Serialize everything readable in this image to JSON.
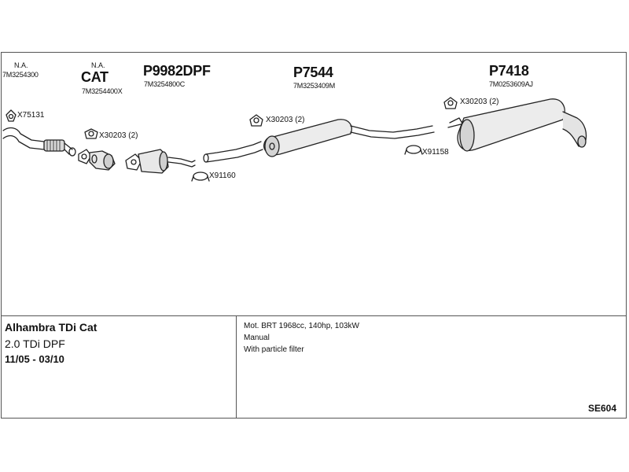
{
  "parts": {
    "front_pipe": {
      "na": "N.A.",
      "code": "7M3254300"
    },
    "cat": {
      "na": "N.A.",
      "name": "CAT",
      "code": "7M3254400X"
    },
    "dpf": {
      "name": "P9982DPF",
      "code": "7M3254800C"
    },
    "middle": {
      "name": "P7544",
      "code": "7M3253409M"
    },
    "rear": {
      "name": "P7418",
      "code": "7M0253609AJ"
    }
  },
  "fittings": {
    "x75131": "X75131",
    "x30203_a": "X30203 (2)",
    "x91160": "X91160",
    "x30203_b": "X30203 (2)",
    "x91158": "X91158",
    "x30203_c": "X30203 (2)"
  },
  "vehicle": {
    "model": "Alhambra TDi Cat",
    "engine": "2.0 TDi DPF",
    "years": "11/05 - 03/10"
  },
  "specs": {
    "line1": "Mot. BRT 1968cc, 140hp, 103kW",
    "line2": "Manual",
    "line3": "With particle filter"
  },
  "reference": "SE604"
}
